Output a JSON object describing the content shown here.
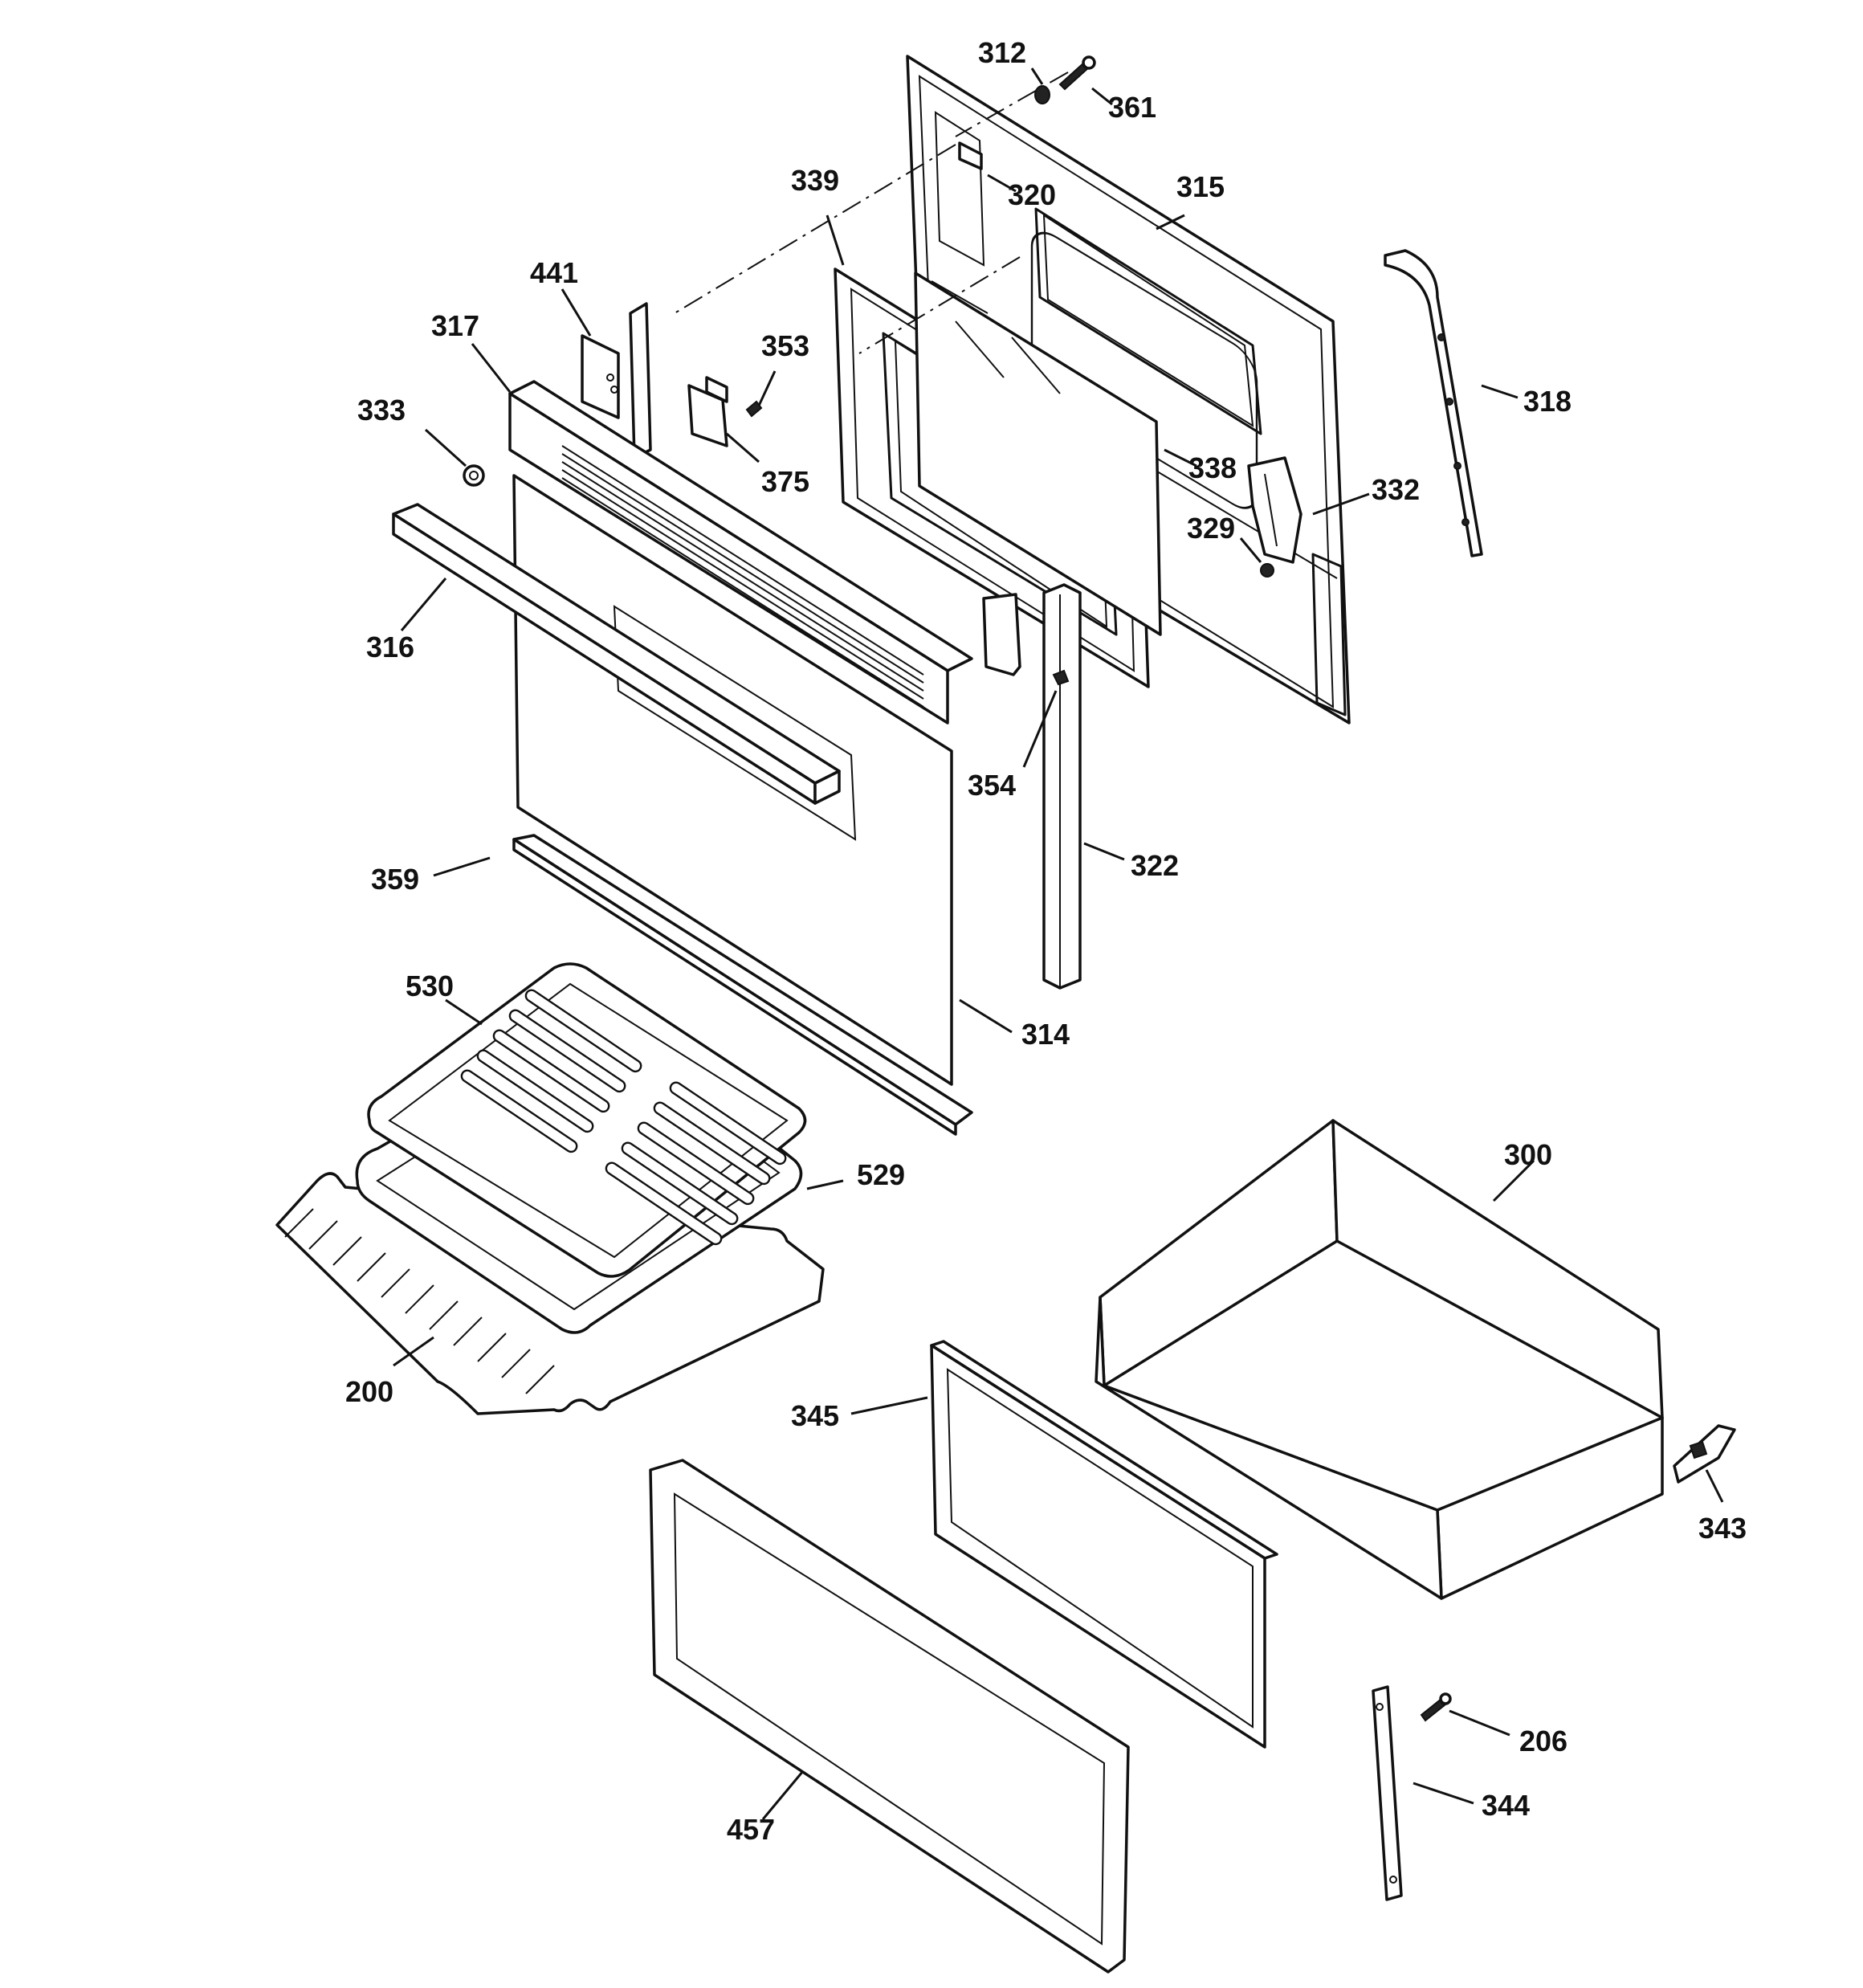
{
  "callouts": {
    "c312": "312",
    "c361": "361",
    "c320": "320",
    "c339": "339",
    "c315": "315",
    "c441": "441",
    "c317": "317",
    "c353": "353",
    "c318": "318",
    "c333": "333",
    "c375": "375",
    "c338": "338",
    "c332": "332",
    "c329": "329",
    "c316": "316",
    "c354": "354",
    "c322": "322",
    "c359": "359",
    "c530": "530",
    "c314": "314",
    "c529": "529",
    "c300": "300",
    "c200": "200",
    "c345": "345",
    "c343": "343",
    "c206": "206",
    "c344": "344",
    "c457": "457"
  }
}
